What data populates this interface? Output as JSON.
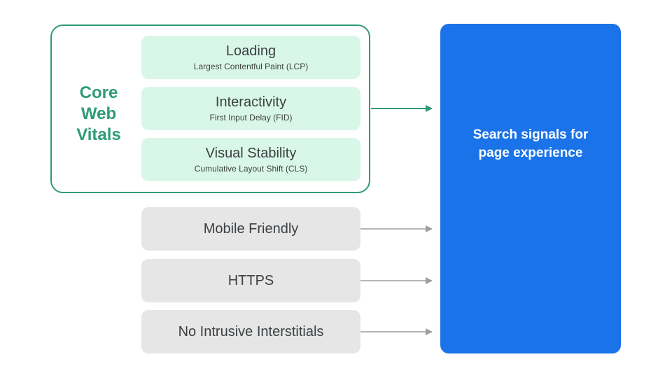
{
  "core_web_vitals": {
    "title_lines": [
      "Core",
      "Web",
      "Vitals"
    ],
    "metrics": [
      {
        "name": "Loading",
        "detail": "Largest Contentful Paint (LCP)"
      },
      {
        "name": "Interactivity",
        "detail": "First Input Delay (FID)"
      },
      {
        "name": "Visual Stability",
        "detail": "Cumulative Layout Shift (CLS)"
      }
    ]
  },
  "other_signals": [
    {
      "label": "Mobile Friendly"
    },
    {
      "label": "HTTPS"
    },
    {
      "label": "No Intrusive Interstitials"
    }
  ],
  "target": {
    "label": "Search signals for page experience"
  },
  "colors": {
    "accent_green": "#2e9c74",
    "metric_bg": "#d9f7e8",
    "signal_bg": "#e6e6e6",
    "target_blue": "#1a73e8",
    "arrow_gray": "#9e9e9e"
  }
}
